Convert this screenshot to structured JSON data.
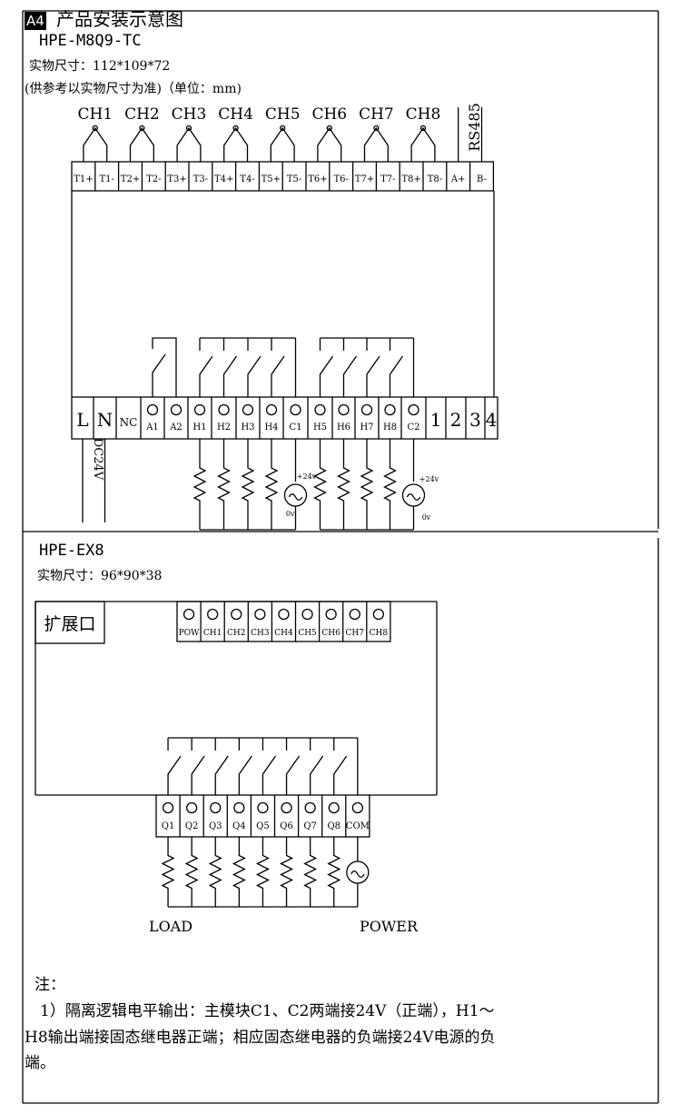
{
  "header": {
    "tag": "A4",
    "title": "产品安装示意图",
    "model": "HPE-M8Q9-TC",
    "size_label": "实物尺寸：112*109*72",
    "note": "(供参考以实物尺寸为准)（单位：mm)"
  },
  "main_module": {
    "channels": [
      "CH1",
      "CH2",
      "CH3",
      "CH4",
      "CH5",
      "CH6",
      "CH7",
      "CH8"
    ],
    "rs485_label": "RS485",
    "top_terminals": [
      "T1+",
      "T1-",
      "T2+",
      "T2-",
      "T3+",
      "T3-",
      "T4+",
      "T4-",
      "T5+",
      "T5-",
      "T6+",
      "T6-",
      "T7+",
      "T7-",
      "T8+",
      "T8-",
      "A+",
      "B-"
    ],
    "bottom_terminals": [
      "L",
      "N",
      "NC",
      "A1",
      "A2",
      "H1",
      "H2",
      "H3",
      "H4",
      "C1",
      "H5",
      "H6",
      "H7",
      "H8",
      "C2",
      "1",
      "2",
      "3",
      "4"
    ],
    "dc_label": "DC24V",
    "plus24_label": "+24v",
    "zero_label": "0v"
  },
  "expansion": {
    "model": "HPE-EX8",
    "size_label": "实物尺寸：96*90*38",
    "port_label": "扩展口",
    "leds": [
      "POW",
      "CH1",
      "CH2",
      "CH3",
      "CH4",
      "CH5",
      "CH6",
      "CH7",
      "CH8"
    ],
    "outputs": [
      "Q1",
      "Q2",
      "Q3",
      "Q4",
      "Q5",
      "Q6",
      "Q7",
      "Q8",
      "COM"
    ],
    "load_label": "LOAD",
    "power_label": "POWER"
  },
  "notes": {
    "heading": "注：",
    "line1": "1）隔离逻辑电平输出：主模块C1、C2两端接24V（正端），H1～",
    "line2": "H8输出端接固态继电器正端；相应固态继电器的负端接24V电源的负",
    "line3": "端。"
  }
}
